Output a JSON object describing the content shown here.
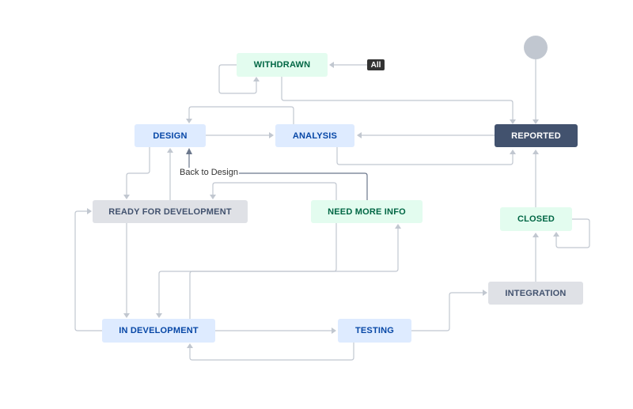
{
  "workflow": {
    "statuses": {
      "withdrawn": "WITHDRAWN",
      "design": "DESIGN",
      "analysis": "ANALYSIS",
      "reported": "REPORTED",
      "ready_for_development": "READY FOR DEVELOPMENT",
      "need_more_info": "NEED MORE INFO",
      "closed": "CLOSED",
      "integration": "INTEGRATION",
      "in_development": "IN DEVELOPMENT",
      "testing": "TESTING"
    },
    "global_transition_badge": "All",
    "transition_labels": {
      "back_to_design": "Back to Design"
    }
  },
  "colors": {
    "status_blue": "#deebff",
    "status_green": "#e3fcef",
    "status_gray": "#dfe1e6",
    "status_dark": "#42526e",
    "connector": "#c1c7d0"
  }
}
